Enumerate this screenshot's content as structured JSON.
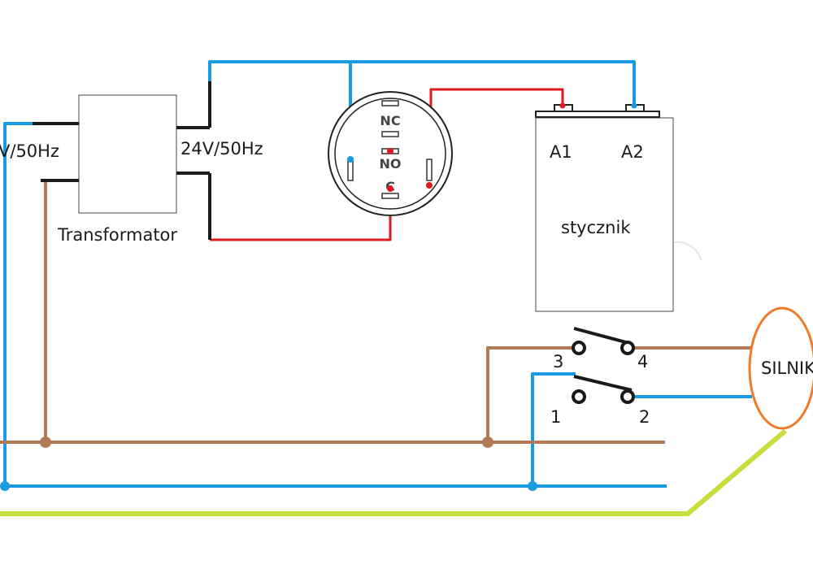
{
  "colors": {
    "neutral": "#1a9ae0",
    "phase": "#b07a56",
    "control": "#e0191f",
    "ground": "#c8dc3c",
    "motor_outline": "#f07a2a",
    "outline": "#1a1a1a"
  },
  "labels": {
    "primary_voltage": "V/50Hz",
    "secondary_voltage": "24V/50Hz",
    "transformer": "Transformator",
    "switch_nc": "NC",
    "switch_no": "NO",
    "switch_c": "C",
    "coil_a1": "A1",
    "coil_a2": "A2",
    "contactor": "stycznik",
    "motor": "SILNIK",
    "term_3": "3",
    "term_4": "4",
    "term_1": "1",
    "term_2": "2"
  }
}
